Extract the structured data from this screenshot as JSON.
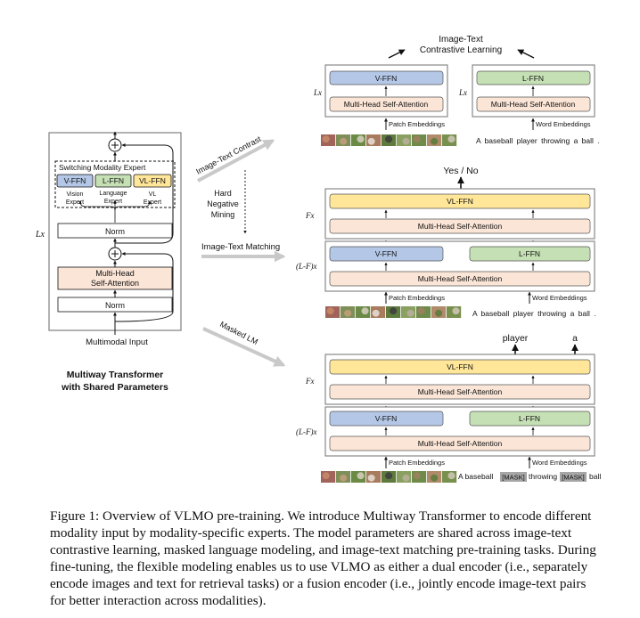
{
  "figure": {
    "left_panel": {
      "switching_title": "Switching Modality Expert",
      "experts": [
        {
          "label": "V-FFN",
          "caption_lines": [
            "Vision",
            "Expert"
          ]
        },
        {
          "label": "L-FFN",
          "caption_lines": [
            "Language",
            "Expert"
          ]
        },
        {
          "label": "VL-FFN",
          "caption_lines": [
            "VL",
            "Expert"
          ]
        }
      ],
      "norm_label": "Norm",
      "mhsa_lines": [
        "Multi-Head",
        "Self-Attention"
      ],
      "repeat_label": "Lx",
      "input_label": "Multimodal Input",
      "title_lines": [
        "Multiway Transformer",
        "with Shared Parameters"
      ]
    },
    "connectors": {
      "itc": "Image-Text Contrast",
      "hnm_lines": [
        "Hard",
        "Negative",
        "Mining"
      ],
      "itm": "Image-Text Matching",
      "mlm": "Masked LM"
    },
    "contrastive": {
      "title_lines": [
        "Image-Text",
        "Contrastive Learning"
      ],
      "vision": {
        "repeat": "Lx",
        "ffn": "V-FFN",
        "attn": "Multi-Head Self-Attention",
        "input": "Patch Embeddings"
      },
      "language": {
        "repeat": "Lx",
        "ffn": "L-FFN",
        "attn": "Multi-Head Self-Attention",
        "input": "Word Embeddings"
      },
      "text": "A baseball player throwing a ball ."
    },
    "matching": {
      "output": "Yes / No",
      "top": {
        "repeat": "Fx",
        "ffn": "VL-FFN",
        "attn": "Multi-Head Self-Attention"
      },
      "bottom": {
        "repeat": "(L-F)x",
        "ffn_v": "V-FFN",
        "ffn_l": "L-FFN",
        "attn": "Multi-Head Self-Attention"
      },
      "patch_label": "Patch Embeddings",
      "word_label": "Word Embeddings",
      "text": "A baseball player throwing a ball ."
    },
    "mlm": {
      "outputs": [
        "player",
        "a"
      ],
      "top": {
        "repeat": "Fx",
        "ffn": "VL-FFN",
        "attn": "Multi-Head Self-Attention"
      },
      "bottom": {
        "repeat": "(L-F)x",
        "ffn_v": "V-FFN",
        "ffn_l": "L-FFN",
        "attn": "Multi-Head Self-Attention"
      },
      "patch_label": "Patch Embeddings",
      "word_label": "Word Embeddings",
      "text_parts": [
        "A baseball",
        "[MASK]",
        "throwing",
        "[MASK]",
        "ball"
      ]
    }
  },
  "caption": {
    "lines": [
      "Figure 1: Overview of VLMO pre-training. We introduce Multiway Transformer to encode different",
      "modality input by modality-specific experts. The model parameters are shared across image-text",
      "contrastive learning, masked language modeling, and image-text matching pre-training tasks. During",
      "fine-tuning, the flexible modeling enables us to use VLMO as either a dual encoder (i.e., separately",
      "encode images and text for retrieval tasks) or a fusion encoder (i.e., jointly encode image-text pairs",
      "for better interaction across modalities)."
    ]
  },
  "colors": {
    "vision_ffn": "#b4c7e7",
    "language_ffn": "#c5e0b4",
    "vl_ffn": "#ffe699",
    "attention": "#fbe5d6",
    "panel_border": "#7f7f7f",
    "gray_arrow": "#c9c9c9",
    "mask_box": "#a6a6a6"
  },
  "icons": [
    "add-circle-icon",
    "arrow-icon",
    "image-patch-icon"
  ]
}
